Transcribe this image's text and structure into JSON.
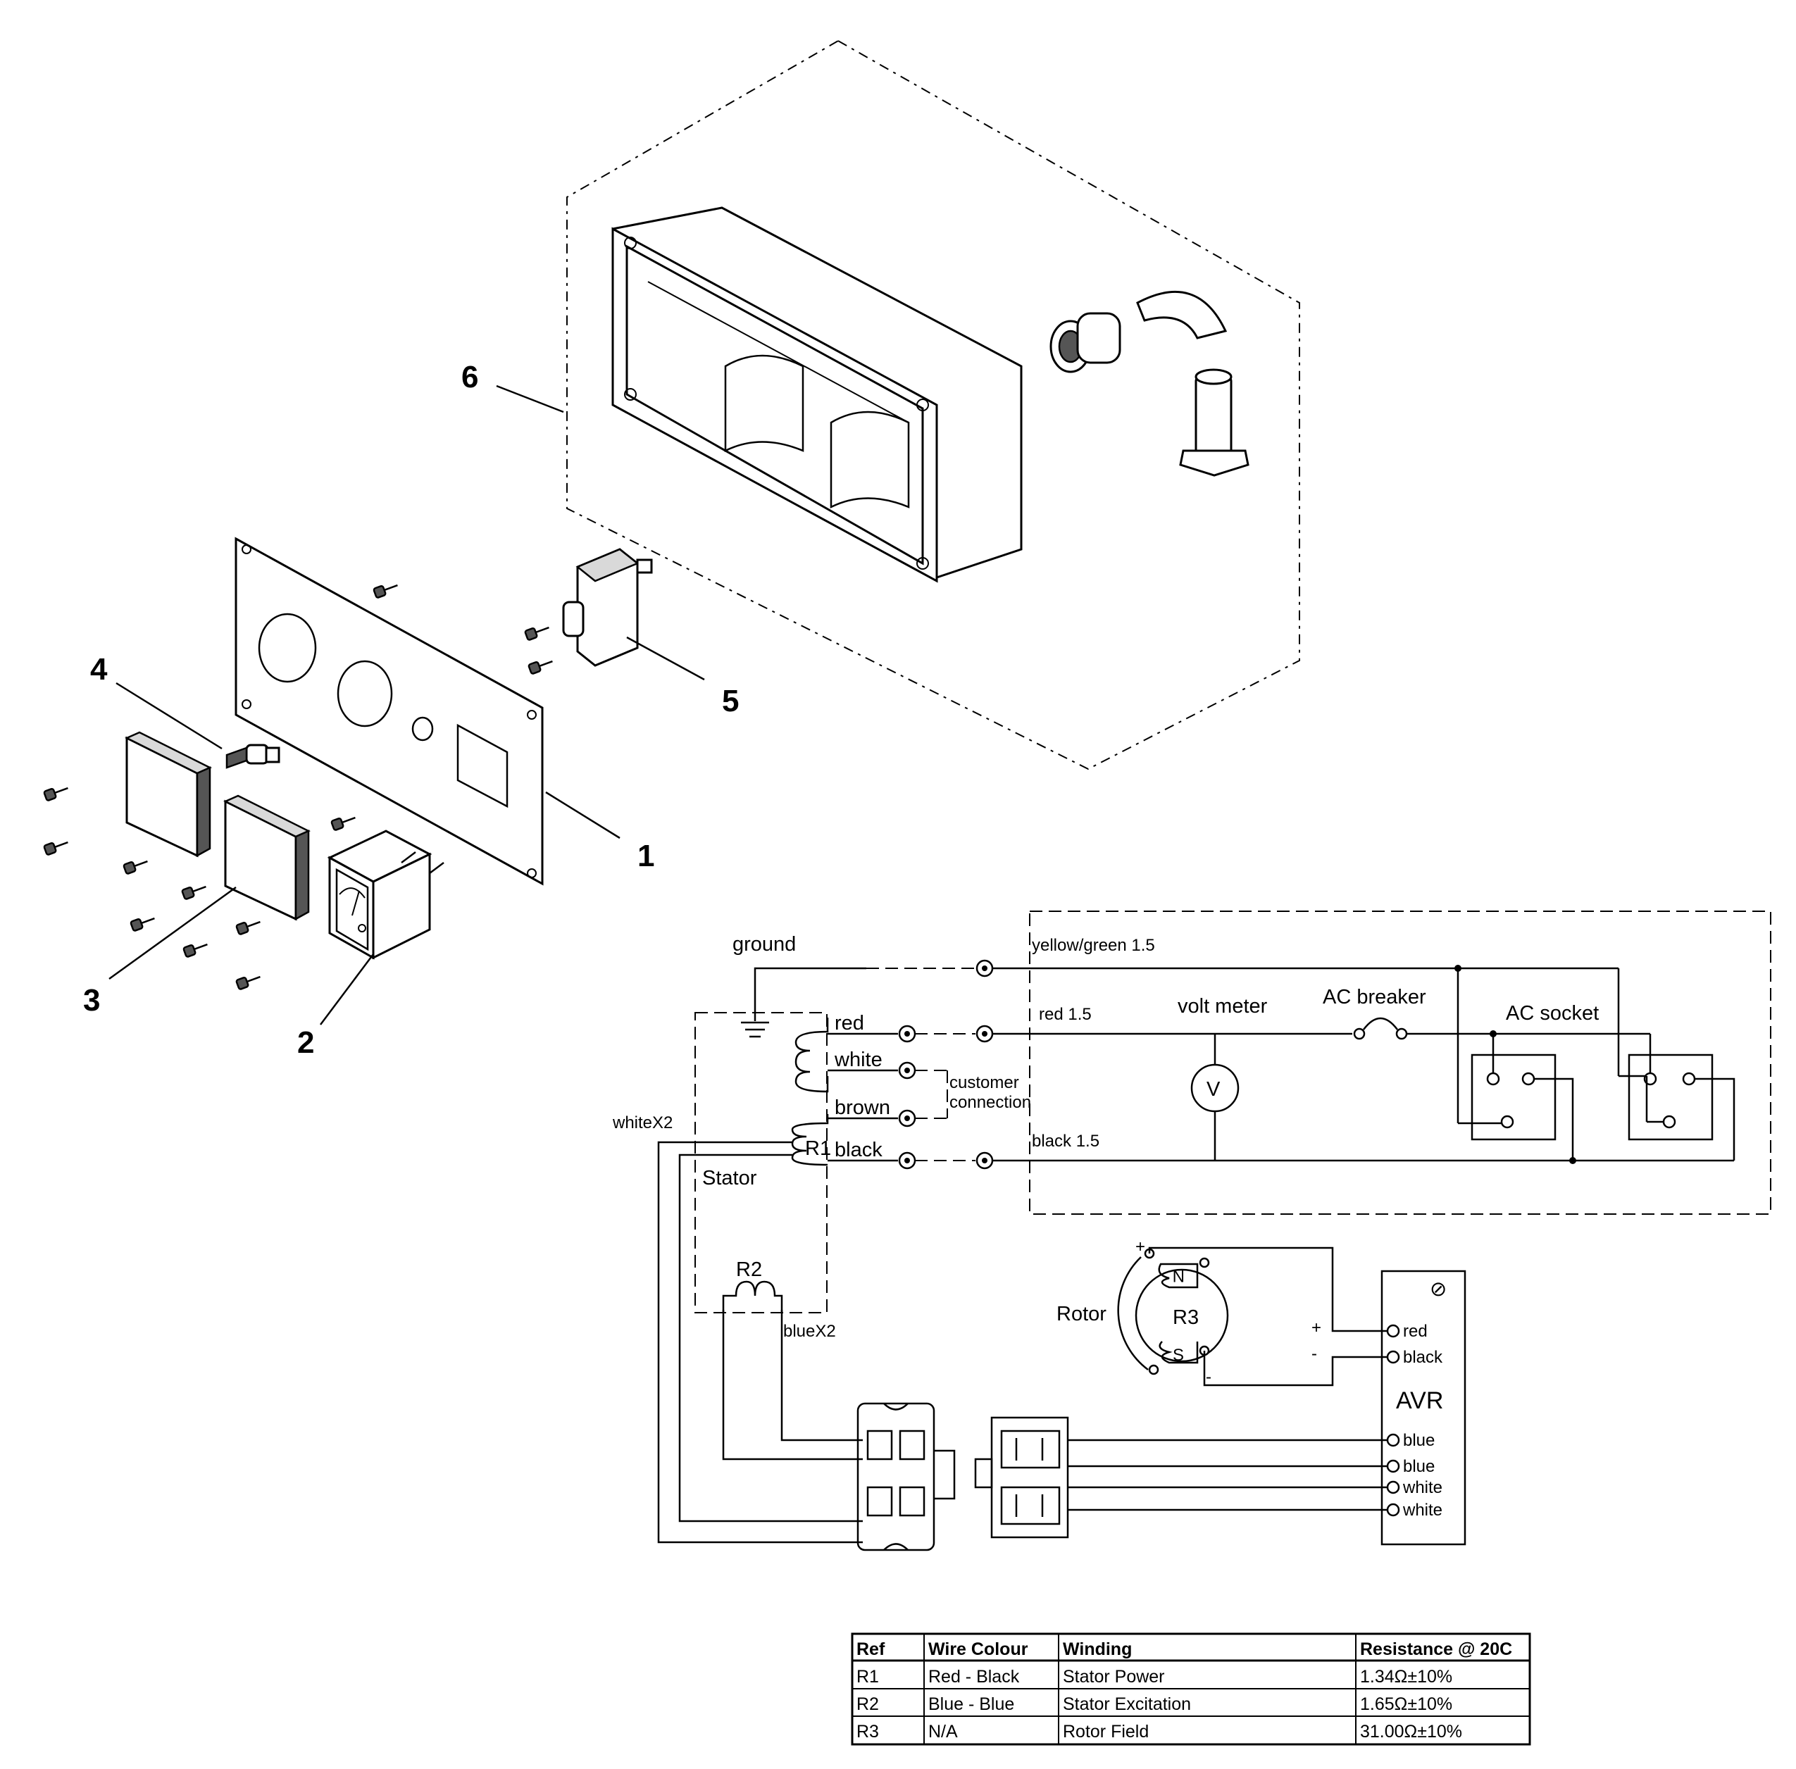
{
  "exploded_view": {
    "callouts": [
      "1",
      "2",
      "3",
      "4",
      "5",
      "6"
    ]
  },
  "wiring": {
    "labels": {
      "ground": "ground",
      "yellow_green": "yellow/green 1.5",
      "red_15": "red 1.5",
      "black_15": "black 1.5",
      "volt_meter": "volt meter",
      "volt_symbol": "V",
      "ac_breaker": "AC breaker",
      "ac_socket": "AC socket",
      "red": "red",
      "white": "white",
      "brown": "brown",
      "black": "black",
      "customer": "customer",
      "connection": "connection",
      "whitex2": "whiteX2",
      "r1": "R1",
      "stator": "Stator",
      "r2": "R2",
      "bluex2": "blueX2",
      "rotor": "Rotor",
      "r3": "R3",
      "plus": "+",
      "minus": "-",
      "pole_n": "N",
      "pole_s": "S",
      "avr": "AVR",
      "avr_top": "⊘",
      "avr_red": "red",
      "avr_black": "black",
      "avr_blue1": "blue",
      "avr_blue2": "blue",
      "avr_white1": "white",
      "avr_white2": "white"
    }
  },
  "resistance_table": {
    "headers": [
      "Ref",
      "Wire Colour",
      "Winding",
      "Resistance @ 20C"
    ],
    "rows": [
      [
        "R1",
        "Red - Black",
        "Stator Power",
        "1.34Ω±10%"
      ],
      [
        "R2",
        "Blue - Blue",
        "Stator Excitation",
        "1.65Ω±10%"
      ],
      [
        "R3",
        "N/A",
        "Rotor Field",
        "31.00Ω±10%"
      ]
    ]
  }
}
